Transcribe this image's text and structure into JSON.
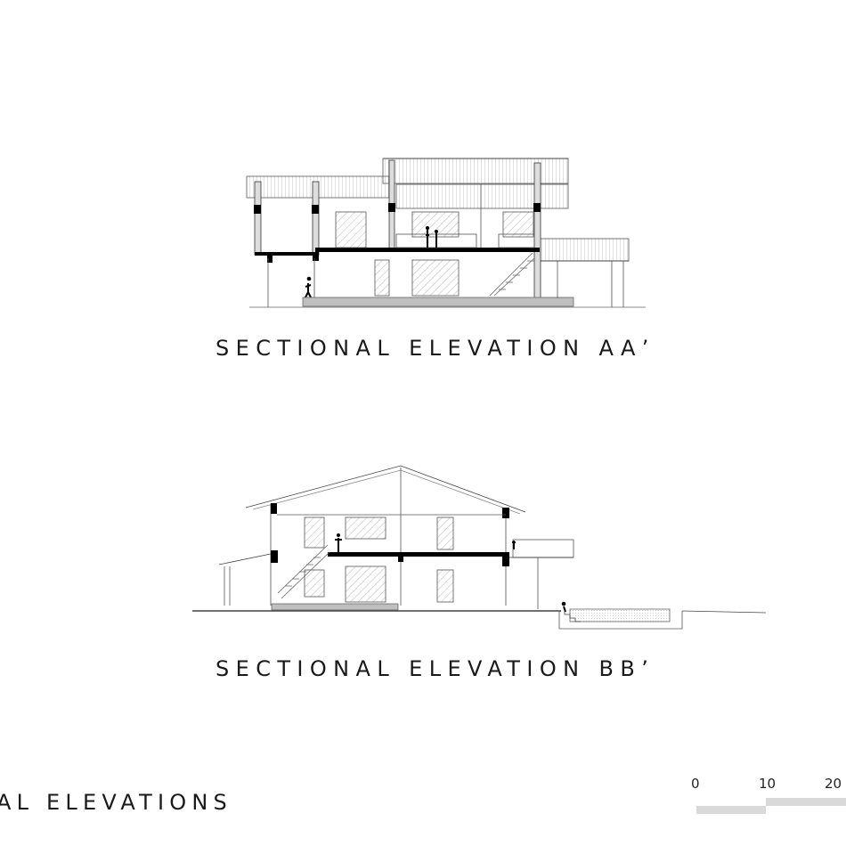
{
  "drawings": {
    "section_aa": {
      "caption": "SECTIONAL ELEVATION AA’"
    },
    "section_bb": {
      "caption": "SECTIONAL ELEVATION BB’"
    }
  },
  "sheet_title": "AL ELEVATIONS",
  "scale_bar": {
    "ticks": [
      "0",
      "10",
      "20"
    ]
  }
}
